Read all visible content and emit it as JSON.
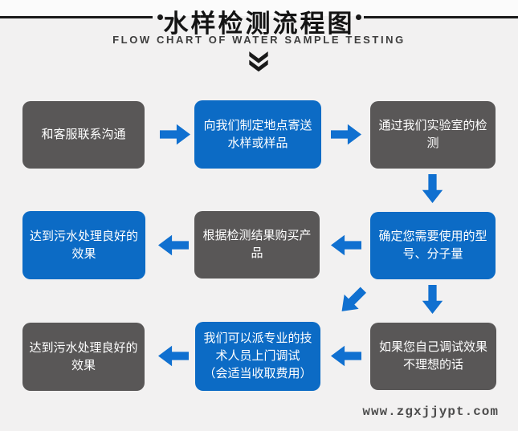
{
  "header": {
    "title": "水样检测流程图",
    "subtitle": "FLOW CHART OF WATER SAMPLE TESTING",
    "chevron_icon": "double-chevron-down-icon"
  },
  "colors": {
    "box_blue": "#0c6bc5",
    "box_gray": "#595757",
    "arrow_blue": "#1070d0",
    "background": "#f2f1f1",
    "title_text": "#141414",
    "box_text": "#ffffff",
    "watermark_text": "#4c4c4c"
  },
  "flow": {
    "boxes": [
      {
        "id": "step-1",
        "variant": "gray",
        "text": "和客服联系沟通"
      },
      {
        "id": "step-2",
        "variant": "blue",
        "text": "向我们制定地点寄送\n水样或样品"
      },
      {
        "id": "step-3",
        "variant": "gray",
        "text": "通过我们实验室的检\n测"
      },
      {
        "id": "step-4",
        "variant": "blue",
        "text": "确定您需要使用的型\n号、分子量"
      },
      {
        "id": "step-5",
        "variant": "gray",
        "text": "根据检测结果购买产\n品"
      },
      {
        "id": "step-6",
        "variant": "blue",
        "text": "达到污水处理良好的\n效果"
      },
      {
        "id": "step-7",
        "variant": "gray",
        "text": "如果您自己调试效果\n不理想的话"
      },
      {
        "id": "step-8",
        "variant": "blue",
        "text": "我们可以派专业的技\n术人员上门调试\n（会适当收取费用）"
      },
      {
        "id": "step-9",
        "variant": "gray",
        "text": "达到污水处理良好的\n效果"
      }
    ],
    "arrows": [
      {
        "id": "arrow-1",
        "direction": "right",
        "from": "step-1",
        "to": "step-2"
      },
      {
        "id": "arrow-2",
        "direction": "right",
        "from": "step-2",
        "to": "step-3"
      },
      {
        "id": "arrow-3",
        "direction": "down",
        "from": "step-3",
        "to": "step-4"
      },
      {
        "id": "arrow-4",
        "direction": "left",
        "from": "step-4",
        "to": "step-5"
      },
      {
        "id": "arrow-5",
        "direction": "left",
        "from": "step-5",
        "to": "step-6"
      },
      {
        "id": "arrow-6",
        "direction": "down",
        "from": "step-4",
        "to": "step-7"
      },
      {
        "id": "arrow-7",
        "direction": "down-left",
        "from": "step-4",
        "to": "step-8"
      },
      {
        "id": "arrow-8",
        "direction": "left",
        "from": "step-7",
        "to": "step-8"
      },
      {
        "id": "arrow-9",
        "direction": "left",
        "from": "step-8",
        "to": "step-9"
      }
    ]
  },
  "footer": {
    "watermark": "www.zgxjjypt.com"
  }
}
